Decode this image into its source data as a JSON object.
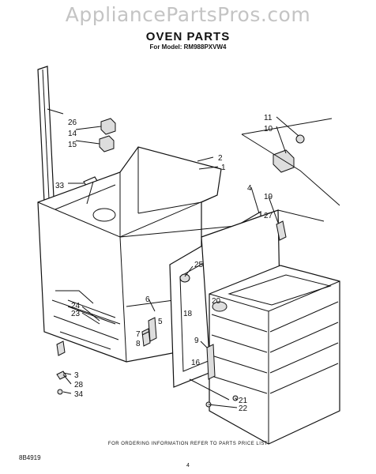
{
  "watermark": "AppliancePartsPros.com",
  "title": "OVEN PARTS",
  "subtitle": "For Model: RM988PXVW4",
  "footer_note": "FOR ORDERING INFORMATION REFER TO PARTS PRICE LIST",
  "drawing_code": "8B4919",
  "page_number": "4",
  "callouts": [
    "26",
    "14",
    "15",
    "33",
    "11",
    "10",
    "2",
    "1",
    "4",
    "19",
    "27",
    "25",
    "6",
    "20",
    "24",
    "23",
    "5",
    "18",
    "7",
    "8",
    "9",
    "16",
    "3",
    "28",
    "34",
    "21",
    "22"
  ]
}
